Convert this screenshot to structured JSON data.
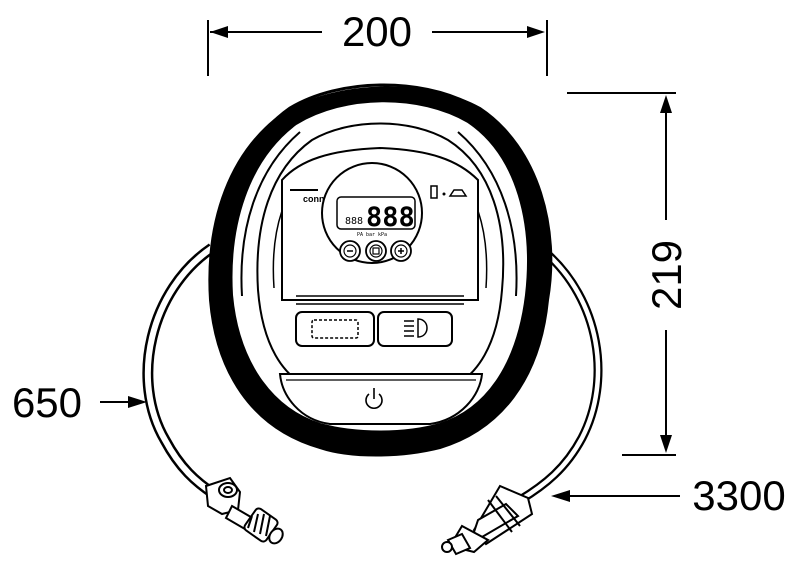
{
  "dimensions": {
    "width": "200",
    "height": "219",
    "hose_length": "650",
    "cable_length": "3300"
  },
  "device": {
    "brand": "connect",
    "lcd_main": "888",
    "lcd_small": "888",
    "lcd_units": "PA  bar  kPa",
    "buttons": [
      "minus-icon",
      "mode-icon",
      "plus-icon"
    ],
    "lamp_icon": "headlight-icon",
    "power_icon": "power-icon",
    "status_icons": [
      "battery-icon",
      "car-icon"
    ]
  }
}
